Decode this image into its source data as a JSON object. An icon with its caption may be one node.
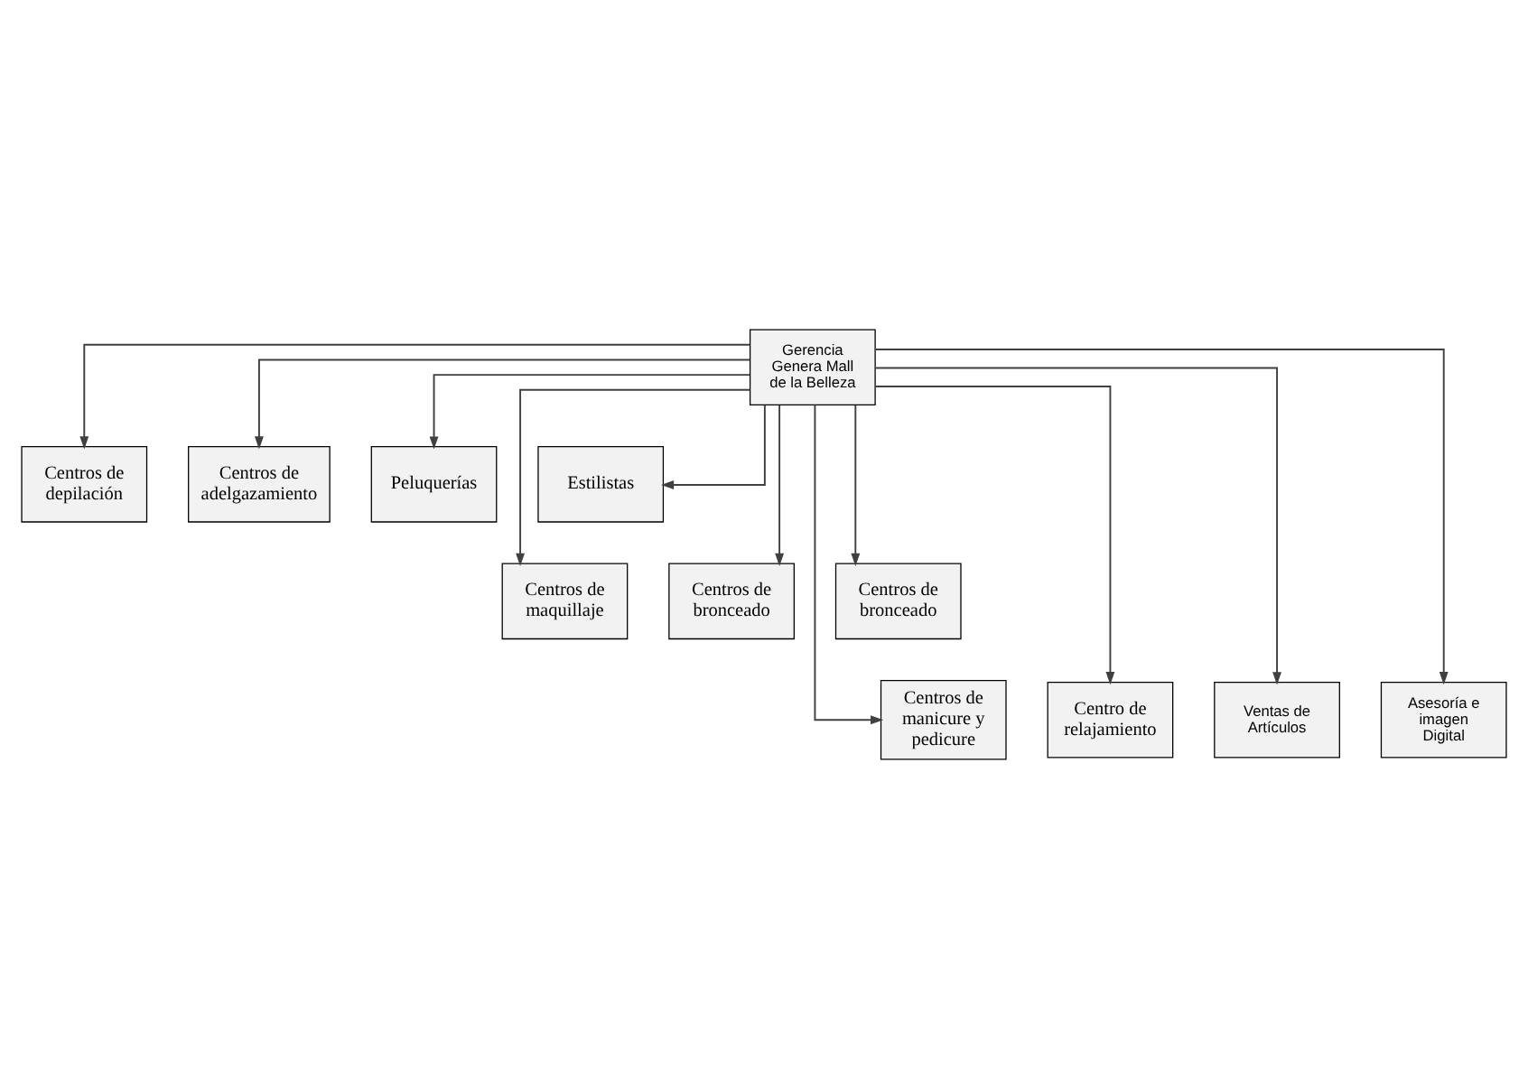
{
  "diagram": {
    "nodes": [
      {
        "text": [
          "Gerencia Genera Mall de la Belleza"
        ]
      },
      {
        "text": [
          "Centros de depilación"
        ]
      },
      {
        "text": [
          "Centros de adelgazamiento"
        ]
      },
      {
        "text": [
          "Peluquerías"
        ]
      },
      {
        "text": [
          "Estilistas"
        ]
      },
      {
        "text": [
          "Centros de maquillaje"
        ]
      },
      {
        "text": [
          "Centros de bronceado"
        ]
      },
      {
        "text": [
          "Centros de bronceado"
        ]
      },
      {
        "text": [
          "Centros de manicure y pedicure"
        ]
      },
      {
        "text": [
          "Centro de relajamiento"
        ]
      },
      {
        "text": [
          "Ventas de Artículos"
        ]
      },
      {
        "text": [
          "Asesoría e imagen Digital"
        ]
      }
    ],
    "edges": [
      {
        "from": 0,
        "to": 1,
        "arrow": "to"
      },
      {
        "from": 0,
        "to": 2,
        "arrow": "to"
      },
      {
        "from": 0,
        "to": 3,
        "arrow": "to"
      },
      {
        "from": 0,
        "to": 4,
        "arrow": "to"
      },
      {
        "from": 0,
        "to": 5,
        "arrow": "to"
      },
      {
        "from": 0,
        "to": 6,
        "arrow": "to"
      },
      {
        "from": 0,
        "to": 7,
        "arrow": "to"
      },
      {
        "from": 0,
        "to": 8,
        "arrow": "to"
      },
      {
        "from": 0,
        "to": 9,
        "arrow": "to"
      },
      {
        "from": 0,
        "to": 10,
        "arrow": "to"
      },
      {
        "from": 0,
        "to": 11,
        "arrow": "to"
      }
    ]
  }
}
